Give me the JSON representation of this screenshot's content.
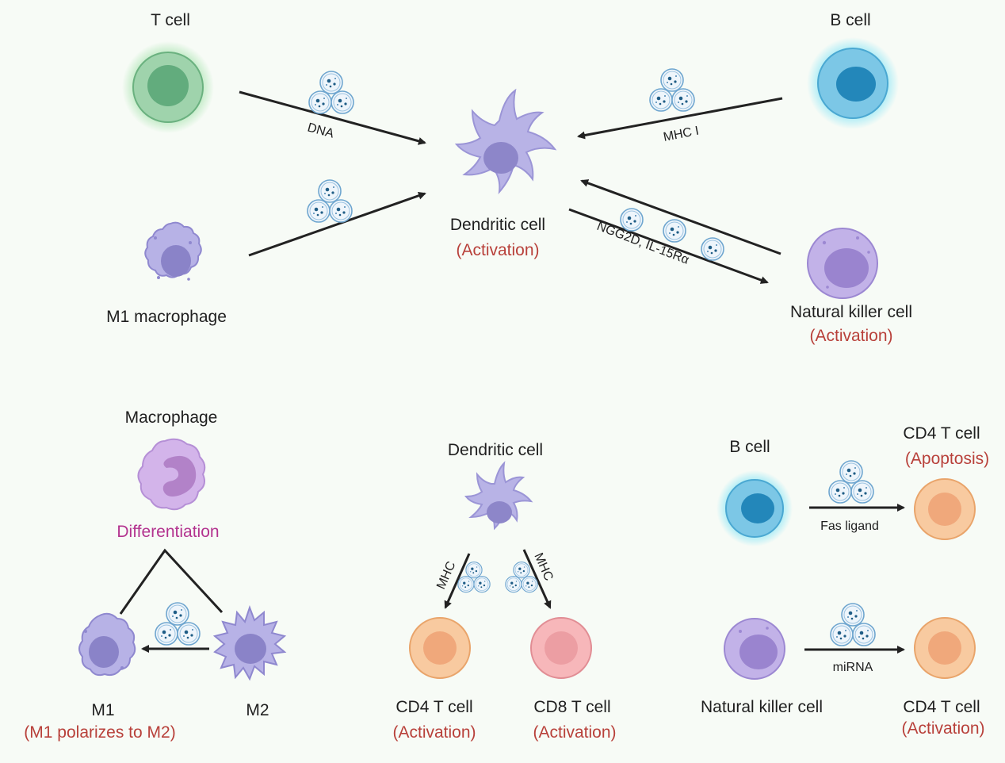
{
  "top": {
    "t_cell": "T cell",
    "b_cell": "B cell",
    "m1_macrophage": "M1 macrophage",
    "dendritic_cell": "Dendritic cell",
    "dendritic_status": "(Activation)",
    "nk_cell": "Natural killer cell",
    "nk_status": "(Activation)",
    "edge_dna": "DNA",
    "edge_mhc1": "MHC I",
    "edge_ngg2d": "NGG2D, IL-15Rα"
  },
  "macrophage_panel": {
    "macrophage": "Macrophage",
    "differentiation": "Differentiation",
    "m1": "M1",
    "m2": "M2",
    "m1_status": "(M1 polarizes to M2)"
  },
  "dendritic_panel": {
    "dendritic_cell": "Dendritic cell",
    "mhc_left": "MHC",
    "mhc_right": "MHC",
    "cd4": "CD4 T cell",
    "cd4_status": "(Activation)",
    "cd8": "CD8 T cell",
    "cd8_status": "(Activation)"
  },
  "right_panel": {
    "b_cell": "B cell",
    "cd4_top": "CD4 T cell",
    "cd4_top_status": "(Apoptosis)",
    "fas_ligand": "Fas ligand",
    "nk_cell": "Natural killer cell",
    "mirna": "miRNA",
    "cd4_bottom": "CD4 T cell",
    "cd4_bottom_status": "(Activation)"
  },
  "colors": {
    "t_cell": "#7fc49a",
    "b_cell": "#4fb3de",
    "dendritic": "#b8b3e6",
    "macrophage": "#b8b3e6",
    "nk": "#b9a7e0",
    "cd4": "#f7c493",
    "cd8": "#f6b1b4",
    "exosome": "#2f6fa0",
    "activation_text": "#b8403a",
    "differentiation_text": "#b3338f"
  }
}
